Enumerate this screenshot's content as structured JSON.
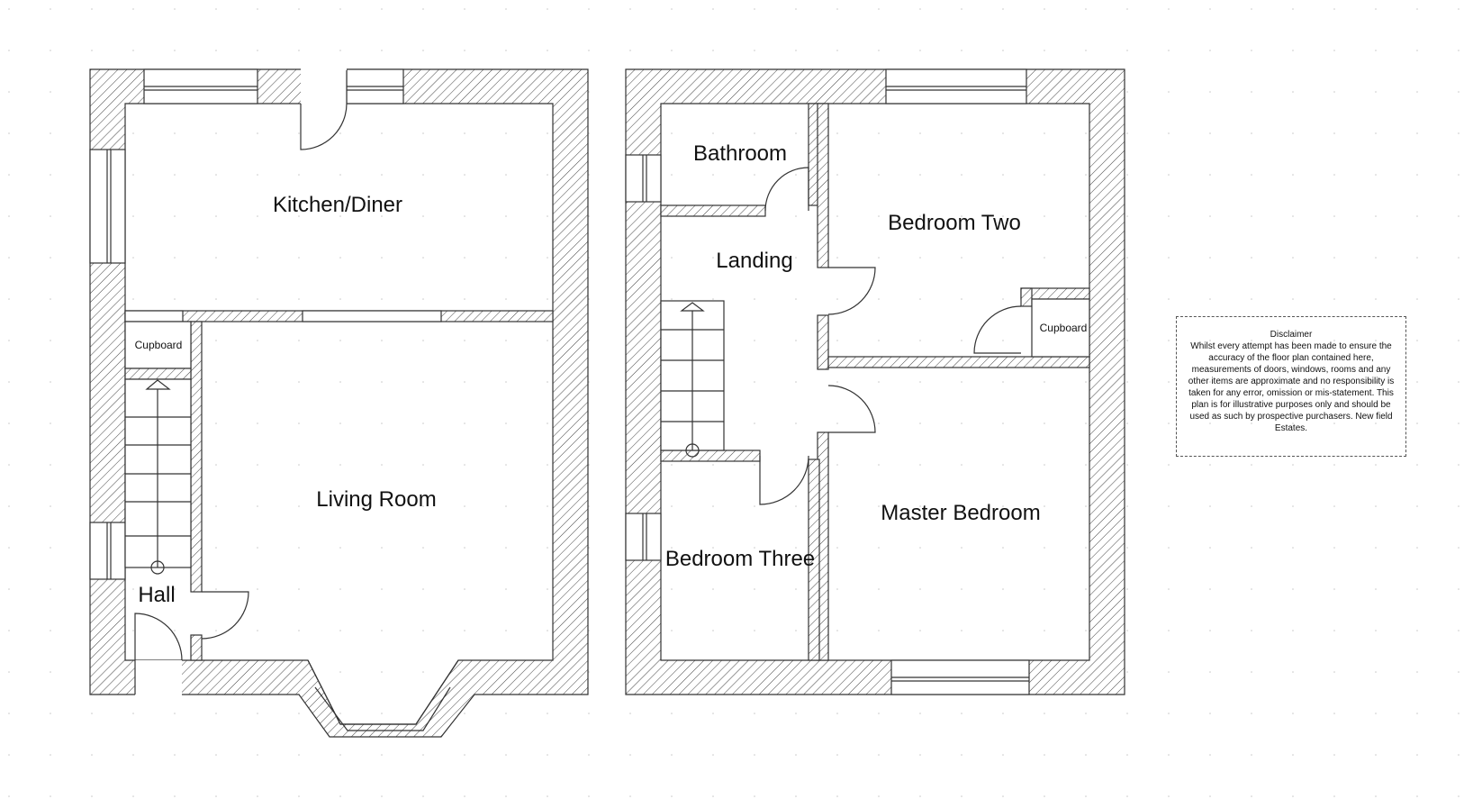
{
  "ground_floor": {
    "rooms": {
      "kitchen_diner": "Kitchen/Diner",
      "living_room": "Living Room",
      "hall": "Hall",
      "cupboard": "Cupboard"
    }
  },
  "first_floor": {
    "rooms": {
      "bathroom": "Bathroom",
      "landing": "Landing",
      "bedroom_two": "Bedroom Two",
      "cupboard": "Cupboard",
      "bedroom_three": "Bedroom Three",
      "master_bedroom": "Master Bedroom"
    }
  },
  "disclaimer": {
    "title": "Disclaimer",
    "body": "Whilst every attempt has been made to ensure the accuracy of the floor plan contained here, measurements of doors, windows, rooms and any other items are approximate and no responsibility is taken for any error, omission or mis-statement. This plan is for illustrative purposes only and should be used as such by prospective purchasers. New field Estates."
  }
}
